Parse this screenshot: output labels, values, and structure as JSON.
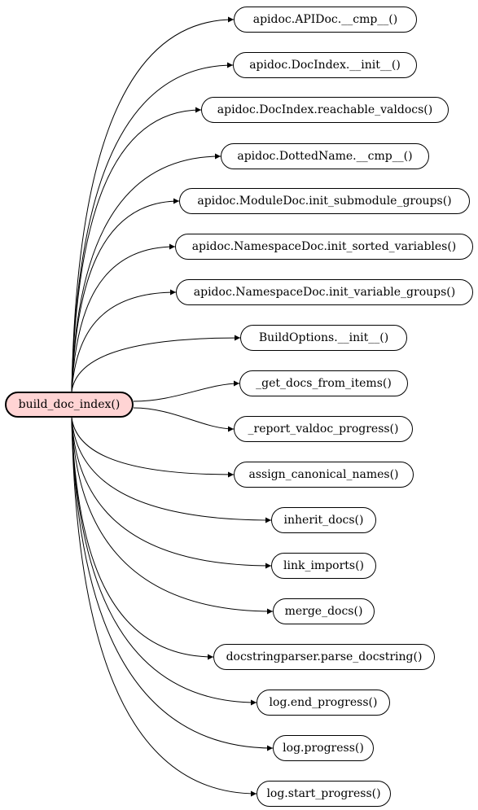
{
  "graph": {
    "root": "build_doc_index()",
    "callees": [
      "apidoc.APIDoc.__cmp__()",
      "apidoc.DocIndex.__init__()",
      "apidoc.DocIndex.reachable_valdocs()",
      "apidoc.DottedName.__cmp__()",
      "apidoc.ModuleDoc.init_submodule_groups()",
      "apidoc.NamespaceDoc.init_sorted_variables()",
      "apidoc.NamespaceDoc.init_variable_groups()",
      "BuildOptions.__init__()",
      "_get_docs_from_items()",
      "_report_valdoc_progress()",
      "assign_canonical_names()",
      "inherit_docs()",
      "link_imports()",
      "merge_docs()",
      "docstringparser.parse_docstring()",
      "log.end_progress()",
      "log.progress()",
      "log.start_progress()"
    ]
  },
  "colors": {
    "root_fill": "#ffd4d4",
    "stroke": "#000000",
    "background": "#ffffff"
  }
}
